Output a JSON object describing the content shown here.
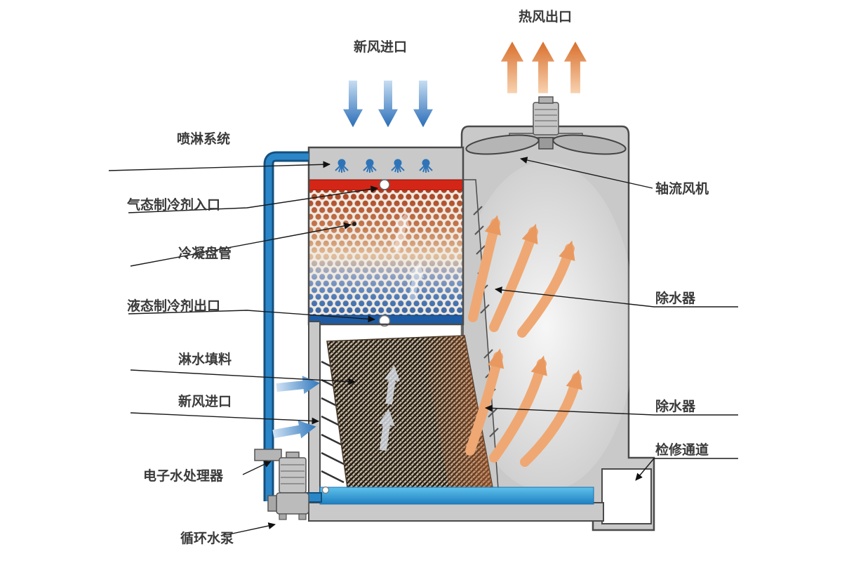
{
  "diagram_title": "evaporative-condenser-cooling-tower-schematic",
  "labels": {
    "hot_air_outlet": "热风出口",
    "fresh_air_inlet_top": "新风进口",
    "spray_system": "喷淋系统",
    "gas_refrigerant_inlet": "气态制冷剂入口",
    "condensing_coil": "冷凝盘管",
    "liquid_refrigerant_outlet": "液态制冷剂出口",
    "fill_material": "淋水填料",
    "fresh_air_inlet_side": "新风进口",
    "electronic_water_processor": "电子水处理器",
    "circulating_pump": "循环水泵",
    "axial_fan": "轴流风机",
    "drift_eliminator_upper": "除水器",
    "drift_eliminator_lower": "除水器",
    "service_access": "检修通道"
  },
  "colors": {
    "tower_gray": "#c9c9c9",
    "red_header_bar": "#d42617",
    "blue_footer_bar": "#1d5ca5",
    "pipe_blue": "#1c6fb0",
    "water_blue": "#2a8fc9",
    "hot_arrow_orange": "#e07b35",
    "cold_arrow_blue": "#2a6db8",
    "fill_dark": "#2e2318"
  }
}
